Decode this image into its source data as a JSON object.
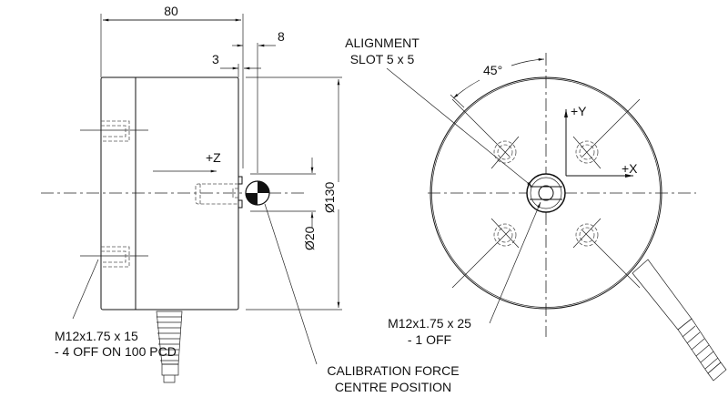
{
  "side_view": {
    "dim_length": "80",
    "dim_offset_8": "8",
    "dim_offset_3": "3",
    "axis_z": "+Z",
    "dim_dia_130": "Ø130",
    "dim_dia_20": "Ø20",
    "hole_note_line1": "M12x1.75 x 15",
    "hole_note_line2": "- 4 OFF ON 100 PCD",
    "calib_line1": "CALIBRATION FORCE",
    "calib_line2": "CENTRE POSITION"
  },
  "front_view": {
    "slot_line1": "ALIGNMENT",
    "slot_line2": "SLOT 5 x 5",
    "angle": "45°",
    "axis_y": "+Y",
    "axis_x": "+X",
    "thread_line1": "M12x1.75 x 25",
    "thread_line2": "- 1 OFF"
  }
}
